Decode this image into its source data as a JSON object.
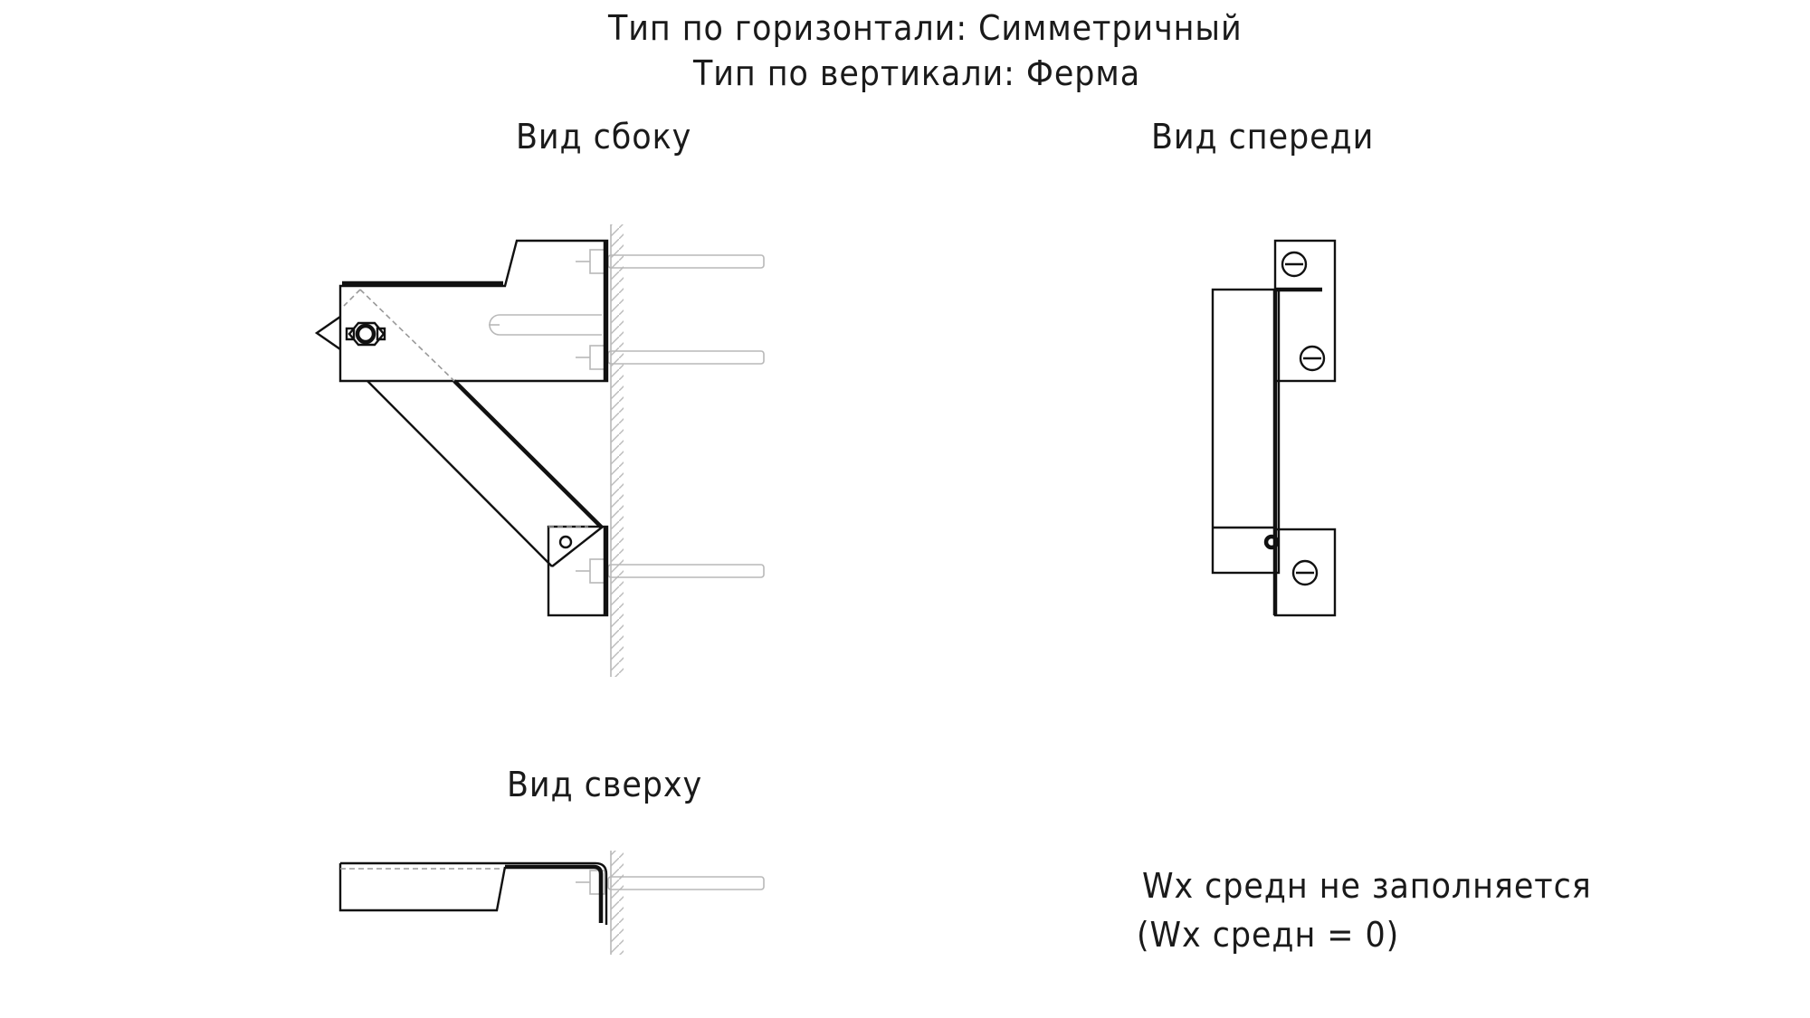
{
  "titles": {
    "horizontal_type": "Тип по горизонтали: Симметричный",
    "vertical_type": "Тип по вертикали: Ферма"
  },
  "views": {
    "side": "Вид сбоку",
    "front": "Вид спереди",
    "top": "Вид сверху"
  },
  "notes": {
    "line1": "Wx средн не  заполняется",
    "line2": "(Wx средн = 0)"
  }
}
